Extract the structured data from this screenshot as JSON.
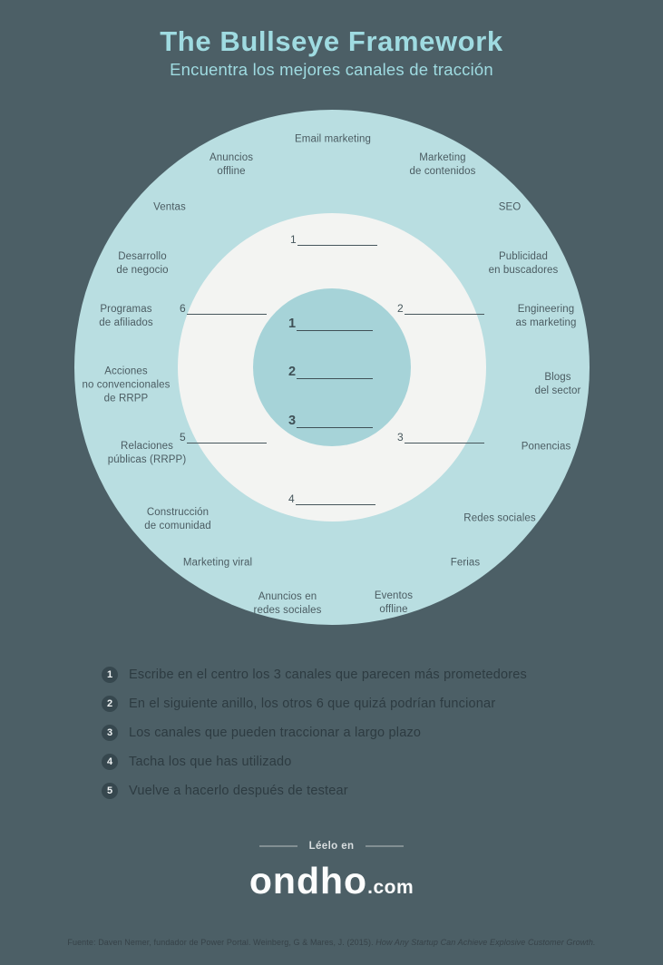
{
  "header": {
    "title": "The Bullseye Framework",
    "subtitle": "Encuentra los mejores canales de tracción"
  },
  "bullseye": {
    "channels": [
      {
        "text": "Email marketing"
      },
      {
        "text": "Anuncios\noffline"
      },
      {
        "text": "Marketing\nde contenidos"
      },
      {
        "text": "Ventas"
      },
      {
        "text": "SEO"
      },
      {
        "text": "Desarrollo\nde negocio"
      },
      {
        "text": "Publicidad\nen buscadores"
      },
      {
        "text": "Programas\nde afiliados"
      },
      {
        "text": "Engineering\nas marketing"
      },
      {
        "text": "Acciones\nno convencionales\nde RRPP"
      },
      {
        "text": "Blogs\ndel sector"
      },
      {
        "text": "Relaciones\npúblicas (RRPP)"
      },
      {
        "text": "Ponencias"
      },
      {
        "text": "Construcción\nde comunidad"
      },
      {
        "text": "Redes sociales"
      },
      {
        "text": "Marketing viral"
      },
      {
        "text": "Ferias"
      },
      {
        "text": "Anuncios en\nredes sociales"
      },
      {
        "text": "Eventos\noffline"
      }
    ],
    "ring_blanks": [
      {
        "num": "1"
      },
      {
        "num": "2"
      },
      {
        "num": "3"
      },
      {
        "num": "4"
      },
      {
        "num": "5"
      },
      {
        "num": "6"
      }
    ],
    "center_blanks": [
      {
        "num": "1"
      },
      {
        "num": "2"
      },
      {
        "num": "3"
      }
    ]
  },
  "instructions": [
    {
      "num": "1",
      "text": "Escribe en el centro los 3 canales que parecen más prometedores"
    },
    {
      "num": "2",
      "text": "En el siguiente anillo, los otros 6 que quizá podrían funcionar"
    },
    {
      "num": "3",
      "text": "Los canales que pueden traccionar a largo plazo"
    },
    {
      "num": "4",
      "text": "Tacha los que has utilizado"
    },
    {
      "num": "5",
      "text": "Vuelve a hacerlo después de testear"
    }
  ],
  "footer": {
    "read_label": "Léelo en",
    "brand": "ondho",
    "brand_suffix": ".com",
    "source": "Fuente: Daven Nemer, fundador de Power Portal. Weinberg, G & Mares, J. (2015). ",
    "source_book": "How Any Startup Can Achieve Explosive Customer Growth."
  },
  "colors": {
    "background": "#4c5f66",
    "outer_circle": "#b9dee1",
    "ring": "#f3f4f2",
    "inner_circle": "#a6d3d8",
    "accent_title": "#9fdbe1",
    "label_text": "#4b5c62",
    "instruction_text": "#2d3b41",
    "badge": "#36474e"
  }
}
